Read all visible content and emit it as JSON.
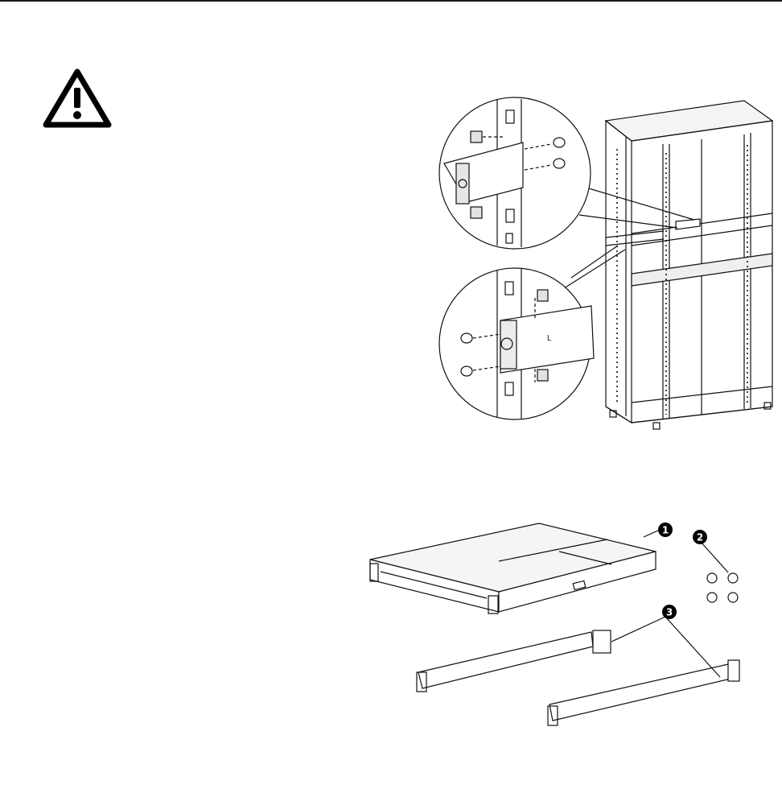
{
  "figure_rack": {
    "rail_side_label": "L"
  },
  "figure_kit": {
    "callouts": [
      {
        "number": "1"
      },
      {
        "number": "2"
      },
      {
        "number": "3"
      }
    ]
  }
}
